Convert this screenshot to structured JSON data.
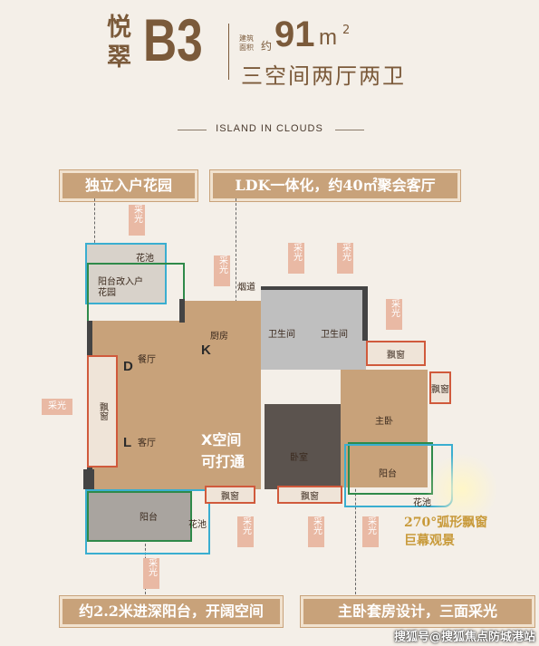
{
  "header": {
    "brand": "悦翠",
    "unit_code": "B3",
    "area_label": "建筑面积",
    "area_approx": "约",
    "area_value": "91",
    "area_unit": "m",
    "area_sup": "2",
    "layout_desc": "三空间两厅两卫"
  },
  "tagline": "ISLAND IN CLOUDS",
  "callouts": {
    "garden": "独立入户花园",
    "ldk": "LDK一体化，约40㎡聚会客厅",
    "balcony": "约2.2米进深阳台，开阔空间",
    "master": "主卧套房设计，三面采光"
  },
  "rooms": {
    "flower_pool_top": "花池",
    "garden_conv": "阳台改入户花园",
    "flue": "烟道",
    "kitchen": "厨房",
    "kitchen_letter": "K",
    "bath1": "卫生间",
    "bath2": "卫生间",
    "dining": "餐厅",
    "dining_letter": "D",
    "living": "客厅",
    "living_letter": "L",
    "x_space": "X空间",
    "x_space_sub": "可打通",
    "bedroom": "卧室",
    "master_bed": "主卧",
    "balcony_master": "阳台",
    "balcony_living": "阳台",
    "flower_pool_bottom": "花池",
    "flower_pool_right": "花池"
  },
  "windows": {
    "bay_left": "飘窗",
    "bay_master_top": "飘窗",
    "bay_master_right": "飘窗",
    "bay_x": "飘窗",
    "bay_bed": "飘窗"
  },
  "sunlight_label": "采光",
  "arc_note_1": "270°弧形飘窗",
  "arc_note_2": "巨幕观景",
  "watermark": "搜狐号@搜狐焦点防城港站",
  "colors": {
    "brand": "#7b5a3a",
    "room": "#c8a27a",
    "outline_green": "#2f8a4a",
    "outline_red": "#d05a3c",
    "outline_cyan": "#3aaed0"
  }
}
